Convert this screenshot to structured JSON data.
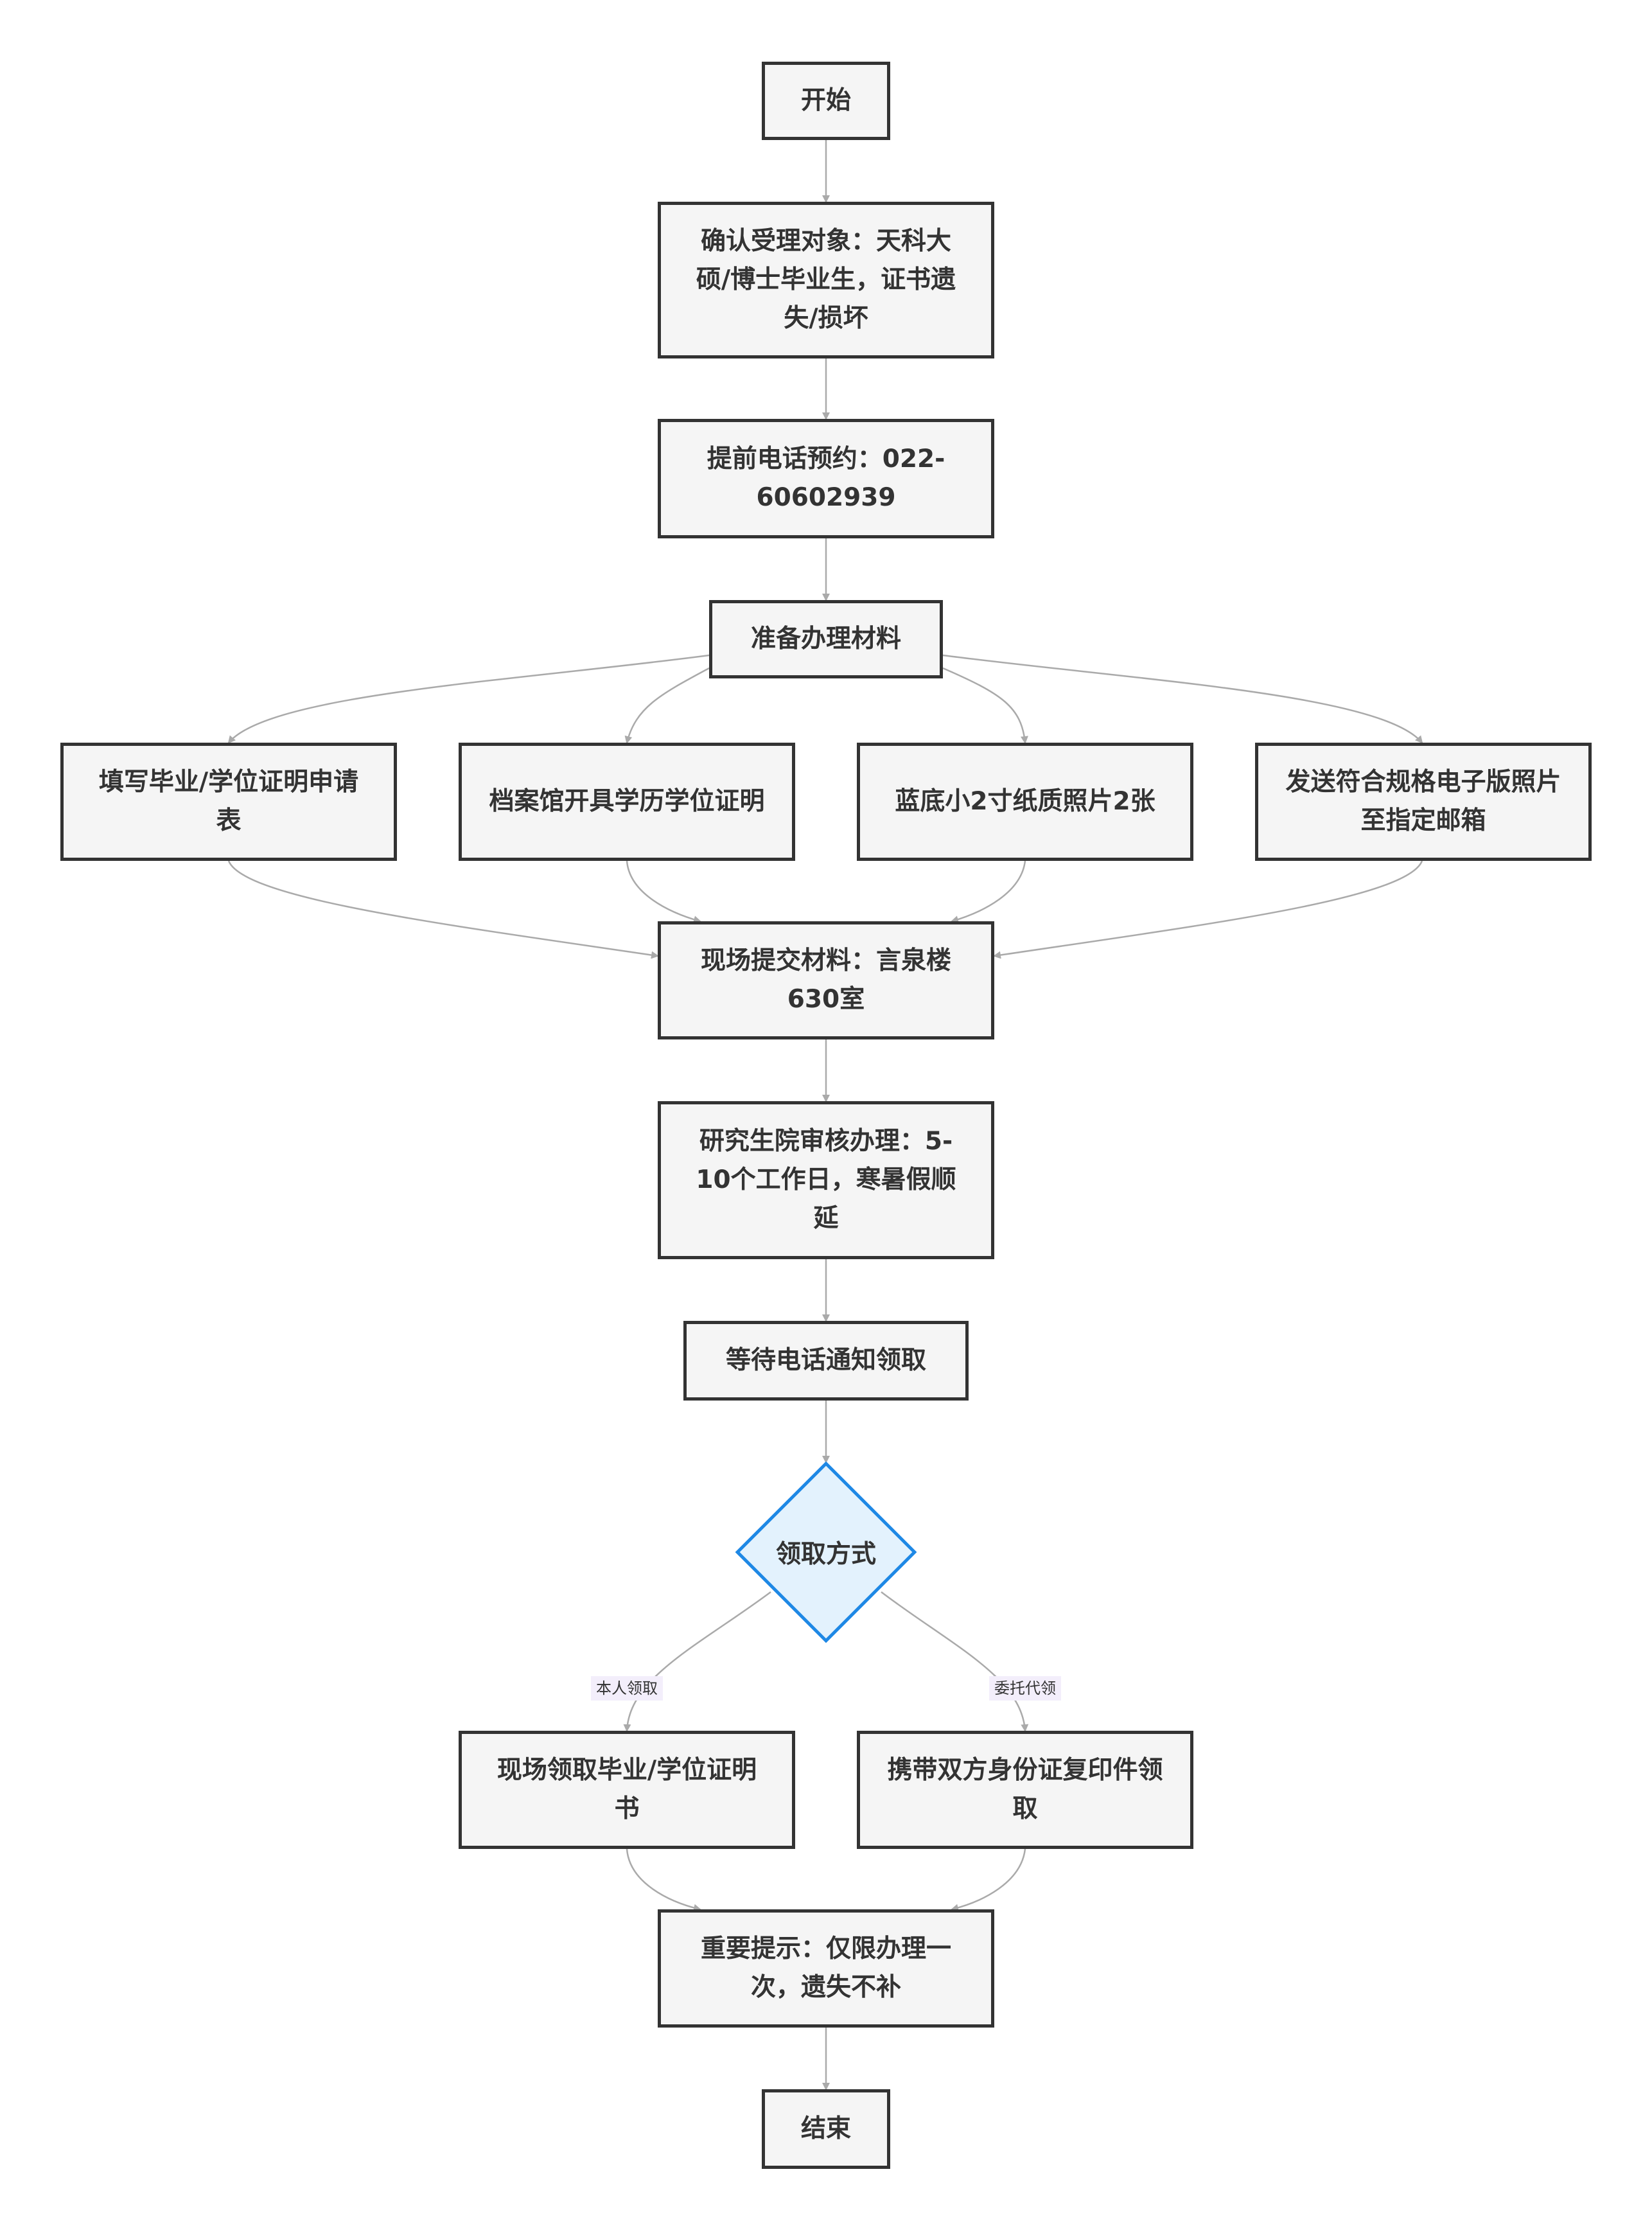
{
  "colors": {
    "node_fill": "#f5f5f5",
    "node_border": "#333333",
    "decision_fill": "#e3f2fd",
    "decision_border": "#1e88e5",
    "edge": "#aaaaaa",
    "edge_label_bg": "#f3eefb"
  },
  "nodes": {
    "start": "开始",
    "confirm": "确认受理对象：天科大硕/博士毕业生，证书遗失/损坏",
    "phone": "提前电话预约：022-60602939",
    "prepare": "准备办理材料",
    "form": "填写毕业/学位证明申请表",
    "archive": "档案馆开具学历学位证明",
    "photo": "蓝底小2寸纸质照片2张",
    "email": "发送符合规格电子版照片至指定邮箱",
    "submit": "现场提交材料：言泉楼630室",
    "review": "研究生院审核办理：5-10个工作日，寒暑假顺延",
    "wait": "等待电话通知领取",
    "decision": "领取方式",
    "self_pick": "现场领取毕业/学位证明书",
    "proxy_pick": "携带双方身份证复印件领取",
    "notice": "重要提示：仅限办理一次，遗失不补",
    "end": "结束"
  },
  "edge_labels": {
    "self": "本人领取",
    "proxy": "委托代领"
  }
}
